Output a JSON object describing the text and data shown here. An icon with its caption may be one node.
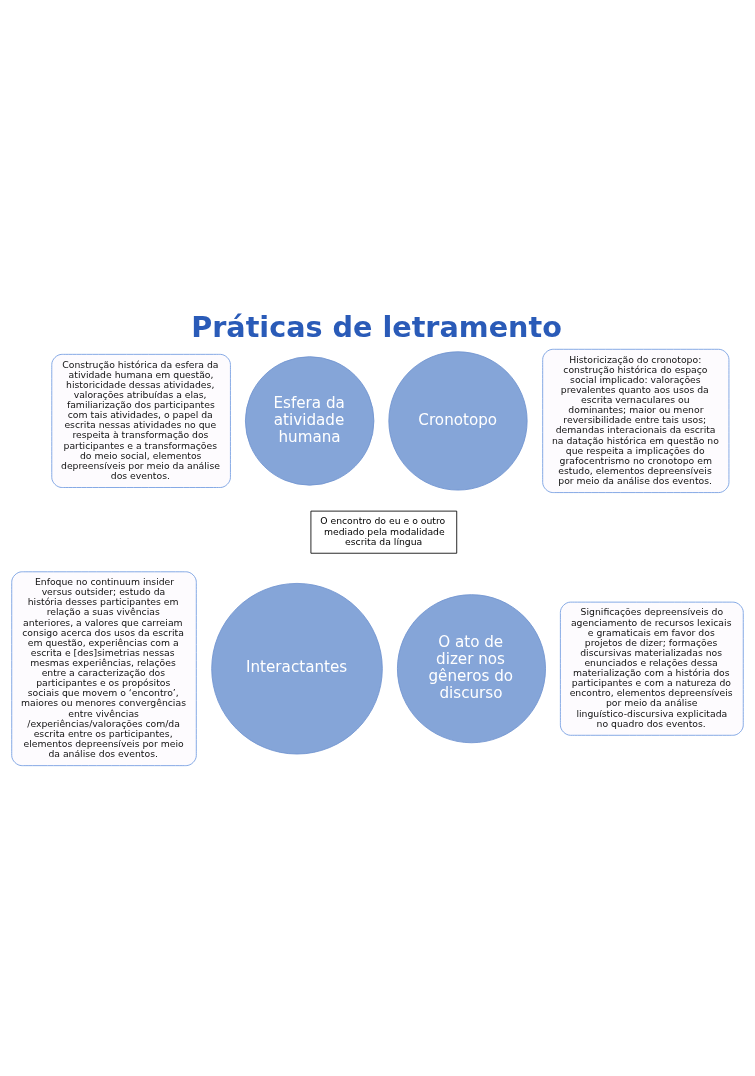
{
  "diagram": {
    "title": "Práticas de letramento",
    "nodes": [
      {
        "text": [
          "Construção histórica da esfera da atividade humana em questão, historicidade dessas atividades, valorações atribuídas a elas, familiarização dos participantes com tais atividades, o papel da escrita nessas atividades no que respeita à transformação dos participantes e a transformações do meio social, elementos depreensíveis por meio da análise dos eventos."
        ]
      },
      {
        "text": [
          "Esfera da atividade humana"
        ]
      },
      {
        "text": [
          "Historicização do cronotopo: construção histórica do espaço social implicado: valorações prevalentes quanto aos usos da escrita vernaculares ou dominantes; maior ou menor reversibilidade entre tais usos; demandas interacionais da escrita na datação histórica em questão no que respeita a implicações do grafocentrismo no cronotopo em estudo, elementos depreensíveis por meio da análise dos eventos."
        ]
      },
      {
        "text": [
          "Cronotopo"
        ]
      },
      {
        "text": [
          "Enfoque no continuum insider versus outsider; estudo da história desses participantes em relação a suas vivências anteriores, a valores que carreiam consigo acerca dos usos da escrita em questão, experiências com a escrita e [des]simetrias nessas mesmas experiências, relações entre a caracterização dos participantes e os propósitos sociais que movem o ‘encontro’, maiores ou menores convergências entre vivências /experiências/valorações com/da escrita entre os participantes, elementos depreensíveis por meio da análise dos eventos."
        ]
      },
      {
        "text": [
          "Interactantes"
        ]
      },
      {
        "text": [
          "Significações depreensíveis do agenciamento de recursos lexicais e gramaticais em favor dos projetos de dizer; formações discursivas materializadas nos enunciados e relações dessa materialização com a história dos participantes e com a natureza do encontro, elementos depreensíveis por meio da análise linguístico-discursiva explicitada no quadro dos eventos."
        ]
      },
      {
        "text": [
          "O ato de dizer nos gêneros do discurso"
        ]
      },
      {
        "text": [
          "O encontro do eu e o outro mediado pela modalidade escrita da língua"
        ]
      }
    ]
  }
}
